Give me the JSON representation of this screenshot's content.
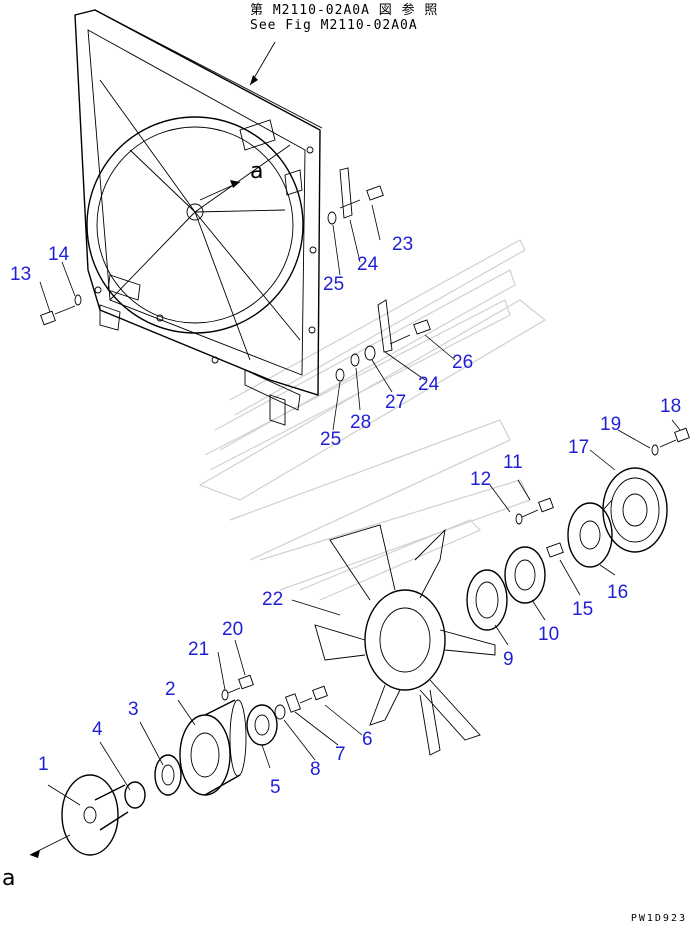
{
  "reference_note": {
    "line1": "第 M2110-02A0A 図 参 照",
    "line2": "See Fig M2110-02A0A"
  },
  "view_marker": "a",
  "drawing_code": "PW1D923",
  "callouts": [
    {
      "id": "1",
      "label": "1"
    },
    {
      "id": "2",
      "label": "2"
    },
    {
      "id": "3",
      "label": "3"
    },
    {
      "id": "4",
      "label": "4"
    },
    {
      "id": "5",
      "label": "5"
    },
    {
      "id": "6",
      "label": "6"
    },
    {
      "id": "7",
      "label": "7"
    },
    {
      "id": "8",
      "label": "8"
    },
    {
      "id": "9",
      "label": "9"
    },
    {
      "id": "10",
      "label": "10"
    },
    {
      "id": "11",
      "label": "11"
    },
    {
      "id": "12",
      "label": "12"
    },
    {
      "id": "13",
      "label": "13"
    },
    {
      "id": "14",
      "label": "14"
    },
    {
      "id": "15",
      "label": "15"
    },
    {
      "id": "16",
      "label": "16"
    },
    {
      "id": "17",
      "label": "17"
    },
    {
      "id": "18",
      "label": "18"
    },
    {
      "id": "19",
      "label": "19"
    },
    {
      "id": "20",
      "label": "20"
    },
    {
      "id": "21",
      "label": "21"
    },
    {
      "id": "22",
      "label": "22"
    },
    {
      "id": "23",
      "label": "23"
    },
    {
      "id": "24a",
      "label": "24"
    },
    {
      "id": "24b",
      "label": "24"
    },
    {
      "id": "25a",
      "label": "25"
    },
    {
      "id": "25b",
      "label": "25"
    },
    {
      "id": "26",
      "label": "26"
    },
    {
      "id": "27",
      "label": "27"
    },
    {
      "id": "28",
      "label": "28"
    }
  ]
}
